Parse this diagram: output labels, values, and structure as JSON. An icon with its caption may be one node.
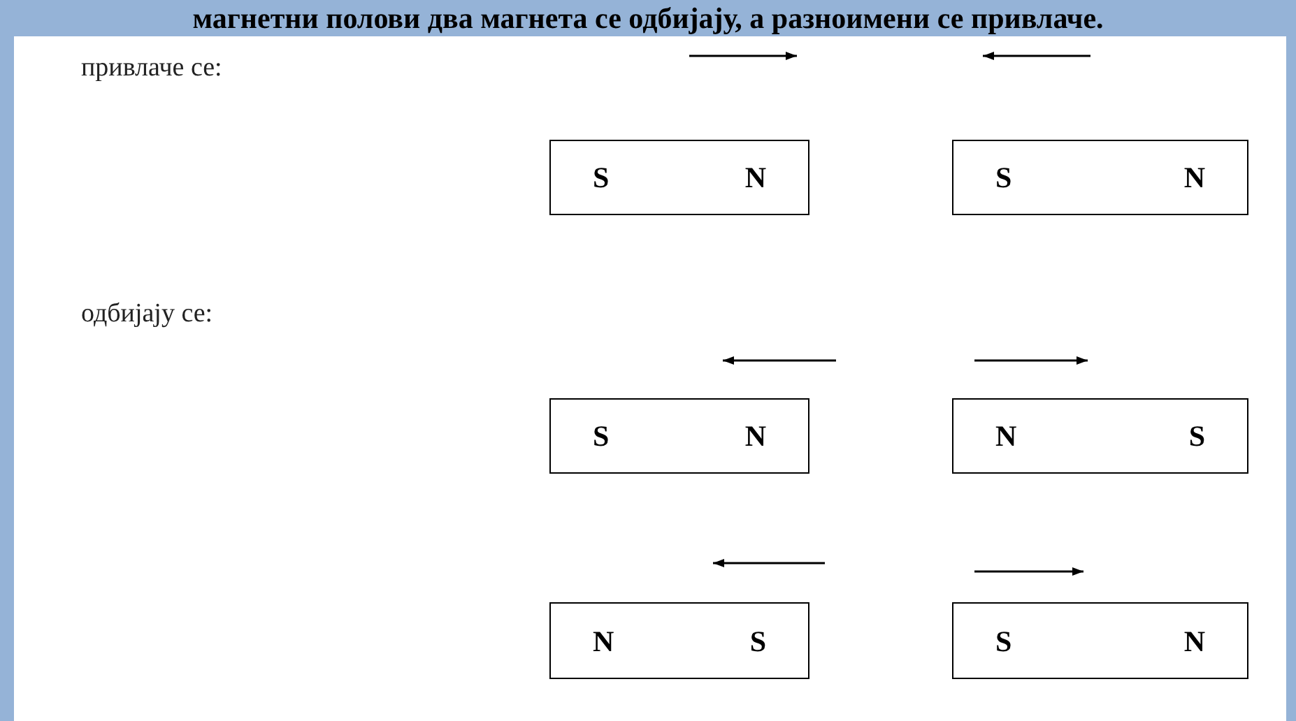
{
  "diagram": {
    "title": "магнетни полови два магнета се одбијају, а разноимени се привлаче.",
    "nodes": [
      {
        "text": [
          "S",
          "N"
        ]
      },
      {
        "text": [
          "S",
          "N"
        ]
      },
      {
        "text": [
          "S",
          "N"
        ]
      },
      {
        "text": [
          "N",
          "S"
        ]
      },
      {
        "text": [
          "N",
          "S"
        ]
      },
      {
        "text": [
          "S",
          "N"
        ]
      }
    ],
    "labels": [
      "привлаче се:",
      "одбијају се:"
    ]
  }
}
